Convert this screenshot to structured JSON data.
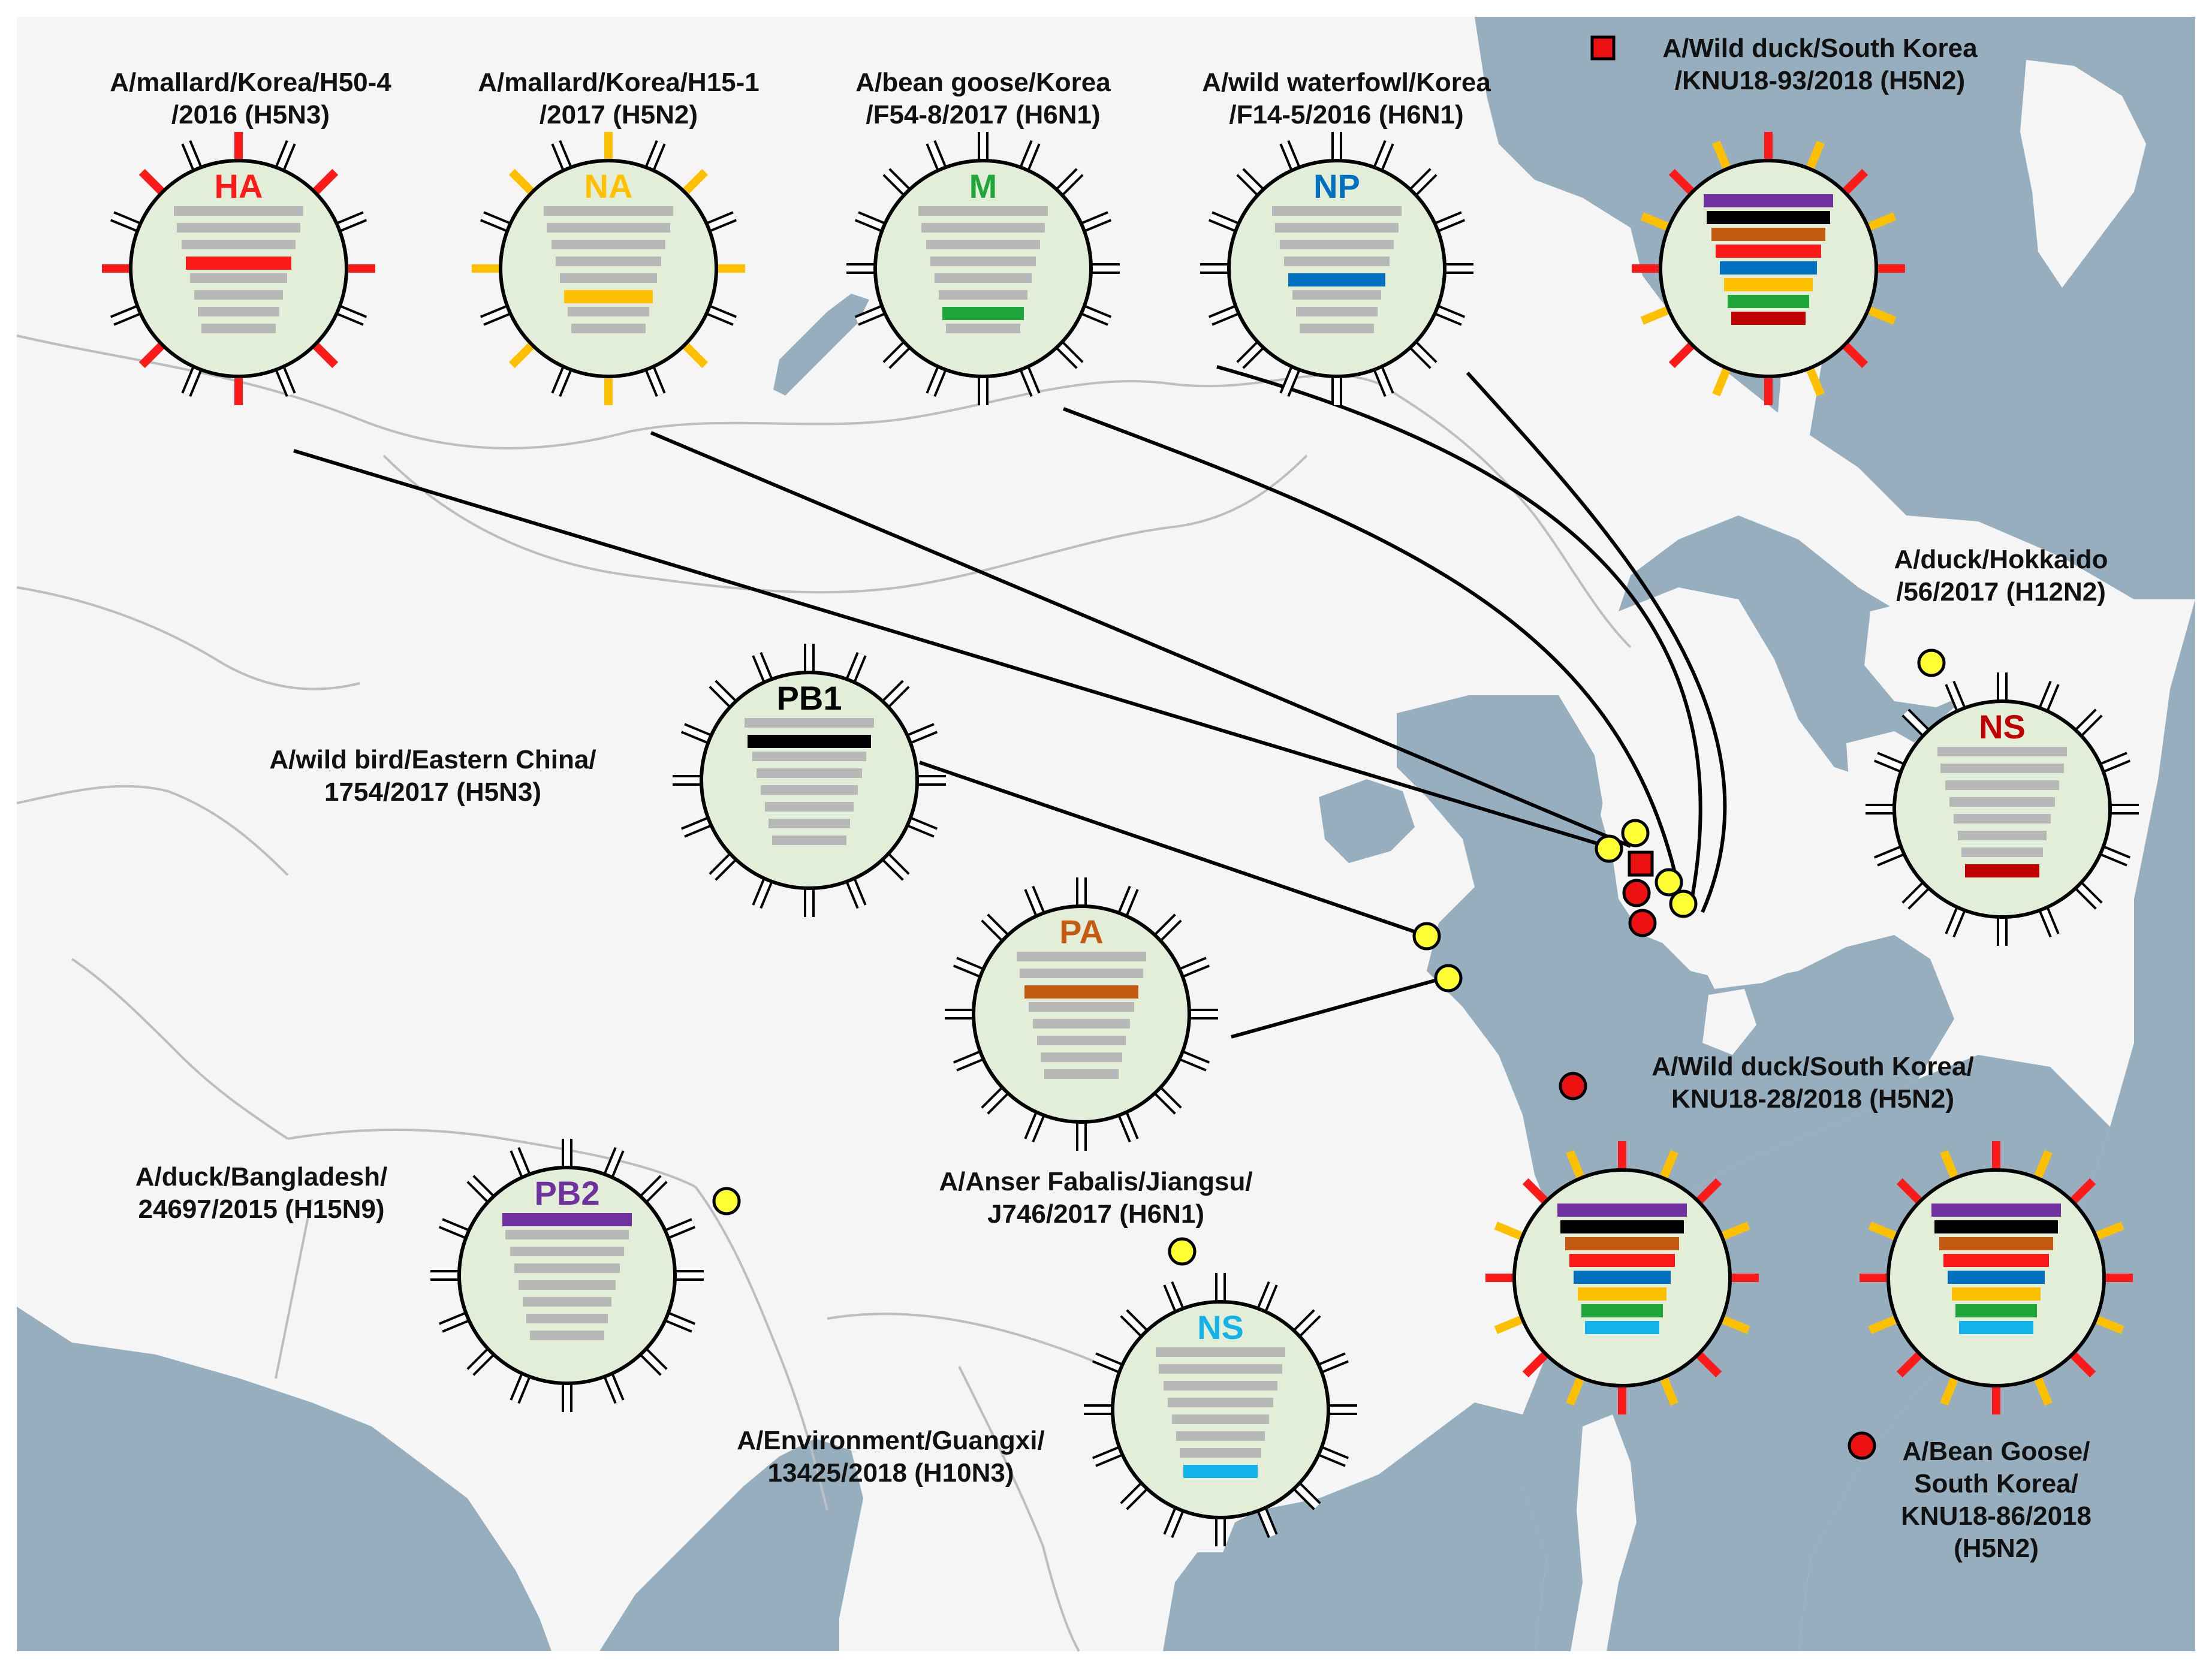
{
  "colors": {
    "sea": "#97aebf",
    "land": "#f5f5f5",
    "border": "#b9bfc5",
    "virion_fill": "#e3eed9",
    "grey_bar": "#b8b8b8",
    "HA": "#ff1a1a",
    "NA": "#ffc000",
    "M": "#1fa73c",
    "NP": "#0070c0",
    "PB1": "#000000",
    "PA": "#c55a11",
    "PB2": "#7030a0",
    "NS_red": "#c00000",
    "NS_cyan": "#13b3ea",
    "yellow_dot": "#ffff33",
    "red_dot": "#ee1111"
  },
  "virions": [
    {
      "id": "ha",
      "segment": "HA",
      "label_lines": [
        "A/mallard/Korea/H50-4",
        "/2016 (H5N3)"
      ],
      "highlight": "HA",
      "segment_color": "HA",
      "spikes": "HA"
    },
    {
      "id": "na",
      "segment": "NA",
      "label_lines": [
        "A/mallard/Korea/H15-1",
        "/2017 (H5N2)"
      ],
      "highlight": "NA",
      "segment_color": "NA",
      "spikes": "NA"
    },
    {
      "id": "m",
      "segment": "M",
      "label_lines": [
        "A/bean goose/Korea",
        "/F54-8/2017 (H6N1)"
      ],
      "highlight": "M",
      "segment_color": "M",
      "spikes": "plain"
    },
    {
      "id": "np",
      "segment": "NP",
      "label_lines": [
        "A/wild  waterfowl/Korea",
        "/F14-5/2016 (H6N1)"
      ],
      "highlight": "NP",
      "segment_color": "NP",
      "spikes": "plain"
    },
    {
      "id": "knu93",
      "segment": "",
      "label_lines": [
        "A/Wild duck/South Korea",
        "/KNU18-93/2018 (H5N2)"
      ],
      "highlight": "all",
      "spikes": "mixed",
      "legend_marker": "square"
    },
    {
      "id": "hokkaido",
      "segment": "NS",
      "label_lines": [
        "A/duck/Hokkaido",
        "/56/2017 (H12N2)"
      ],
      "highlight": "NS_red",
      "segment_color": "NS_red",
      "spikes": "plain"
    },
    {
      "id": "pb1",
      "segment": "PB1",
      "label_lines": [
        "A/wild bird/Eastern China/",
        "1754/2017 (H5N3)"
      ],
      "highlight": "PB1",
      "segment_color": "PB1",
      "spikes": "plain"
    },
    {
      "id": "pa",
      "segment": "PA",
      "label_lines": [
        "A/Anser Fabalis/Jiangsu/",
        "J746/2017 (H6N1)"
      ],
      "highlight": "PA",
      "segment_color": "PA",
      "spikes": "plain"
    },
    {
      "id": "pb2",
      "segment": "PB2",
      "label_lines": [
        "A/duck/Bangladesh/",
        "24697/2015 (H15N9)"
      ],
      "highlight": "PB2",
      "segment_color": "PB2",
      "spikes": "plain"
    },
    {
      "id": "guangxi",
      "segment": "NS",
      "label_lines": [
        "A/Environment/Guangxi/",
        "13425/2018 (H10N3)"
      ],
      "highlight": "NS_cyan",
      "segment_color": "NS_cyan",
      "spikes": "plain"
    },
    {
      "id": "knu28",
      "segment": "",
      "label_lines": [
        "A/Wild duck/South Korea/",
        "KNU18-28/2018 (H5N2)"
      ],
      "highlight": "all",
      "spikes": "mixed",
      "legend_marker": "red-circle"
    },
    {
      "id": "knu86",
      "segment": "",
      "label_lines": [
        "A/Bean Goose/",
        "South Korea/",
        "KNU18-86/2018",
        "(H5N2)"
      ],
      "highlight": "all",
      "spikes": "mixed",
      "legend_marker": "red-circle"
    }
  ]
}
